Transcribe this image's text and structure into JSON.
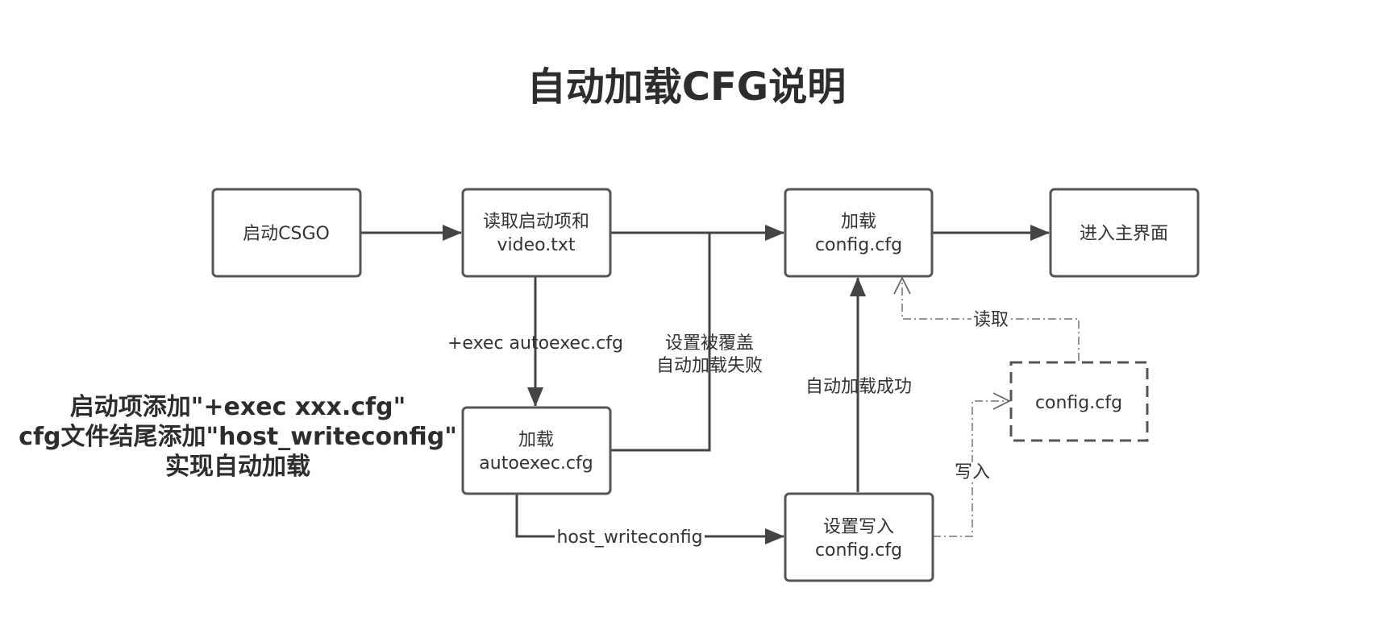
{
  "title": "自动加载CFG说明",
  "note_lines": [
    "启动项添加\"+exec xxx.cfg\"",
    "cfg文件结尾添加\"host_writeconfig\"",
    "实现自动加载"
  ],
  "nodes": {
    "start": [
      "启动CSGO"
    ],
    "read_launch": [
      "读取启动项和",
      "video.txt"
    ],
    "load_config": [
      "加载",
      "config.cfg"
    ],
    "main_menu": [
      "进入主界面"
    ],
    "load_autoexec": [
      "加载",
      "autoexec.cfg"
    ],
    "set_write": [
      "设置写入",
      "config.cfg"
    ],
    "config_file": [
      "config.cfg"
    ]
  },
  "edge_labels": {
    "exec_autoexec": "+exec autoexec.cfg",
    "overwritten": [
      "设置被覆盖",
      "自动加载失败"
    ],
    "autoload_success": "自动加载成功",
    "host_writeconfig": "host_writeconfig",
    "read": "读取",
    "write": "写入"
  },
  "colors": {
    "stroke": "#555555",
    "text": "#333333",
    "dashed_edge": "#888888"
  }
}
